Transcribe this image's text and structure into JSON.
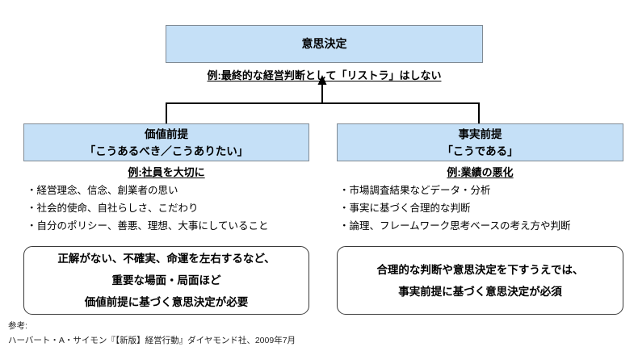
{
  "colors": {
    "box_fill": "#c5e0f7",
    "box_border": "#808a94",
    "connector": "#000000",
    "rounded_border": "#3a3a3a",
    "background": "#ffffff"
  },
  "decision": {
    "label": "意思決定",
    "example": "例:最終的な経営判断として「リストラ」はしない"
  },
  "value_premise": {
    "title": "価値前提",
    "subtitle": "「こうあるべき／こうありたい」",
    "example": "例:社員を大切に",
    "bullets": [
      "・経営理念、信念、創業者の思い",
      "・社会的使命、自社らしさ、こだわり",
      "・自分のポリシー、善悪、理想、大事にしていること"
    ],
    "summary_lines": [
      "正解がない、不確実、命運を左右するなど、",
      "重要な場面・局面ほど",
      "価値前提に基づく意思決定が必要"
    ]
  },
  "fact_premise": {
    "title": "事実前提",
    "subtitle": "「こうである」",
    "example": "例:業績の悪化",
    "bullets": [
      "・市場調査結果などデータ・分析",
      "・事実に基づく合理的な判断",
      "・論理、フレームワーク思考ベースの考え方や判断"
    ],
    "summary_lines": [
      "合理的な判断や意思決定を下すうえでは、",
      "事実前提に基づく意思決定が必須"
    ]
  },
  "footer": {
    "label": "参考:",
    "reference": "ハーバート・A・サイモン『【新版】経営行動』ダイヤモンド社、2009年7月"
  }
}
